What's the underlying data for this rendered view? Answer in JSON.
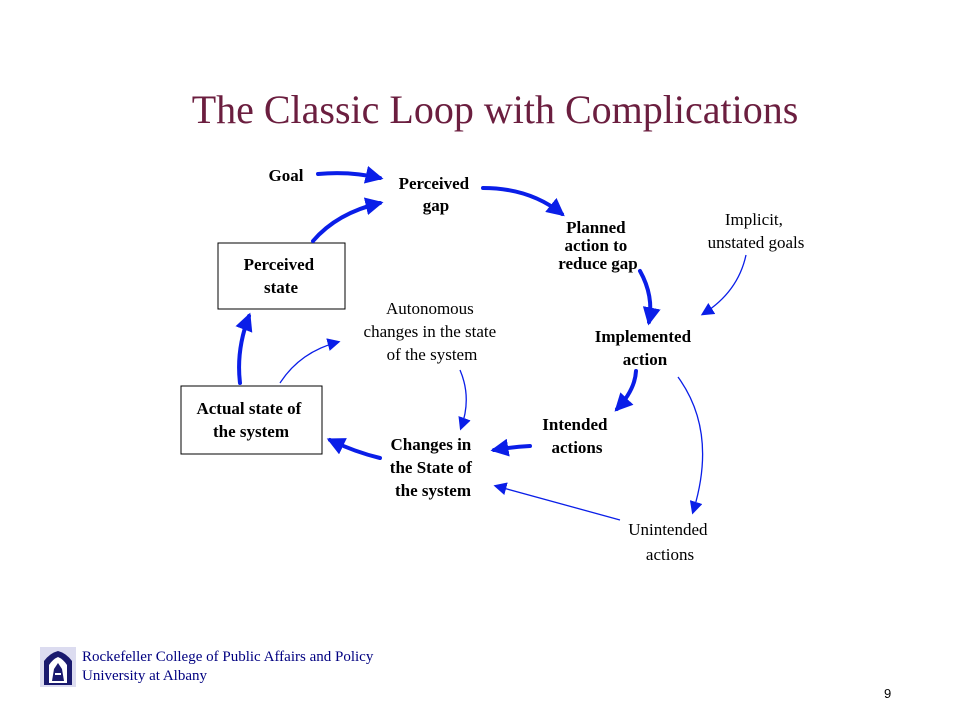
{
  "slide": {
    "title": "The Classic Loop with Complications",
    "page_number": "9"
  },
  "nodes": {
    "goal": "Goal",
    "perceived_gap": [
      "Perceived",
      "gap"
    ],
    "planned_action": [
      "Planned",
      "action to",
      "reduce gap"
    ],
    "implicit_goals": [
      "Implicit,",
      "unstated goals"
    ],
    "implemented_action": [
      "Implemented",
      "action"
    ],
    "perceived_state": [
      "Perceived",
      "state"
    ],
    "autonomous_changes": [
      "Autonomous",
      "changes in the state",
      "of the system"
    ],
    "actual_state": [
      "Actual state of",
      "the system"
    ],
    "intended_actions": [
      "Intended",
      "actions"
    ],
    "changes_in_state": [
      "Changes in",
      "the State of",
      "the system"
    ],
    "unintended_actions": [
      "Unintended",
      "actions"
    ]
  },
  "footer": {
    "line1": "Rockefeller College of Public Affairs and Policy",
    "line2": "University at Albany",
    "logo_icon": "university-seal-icon"
  },
  "colors": {
    "title": "#6b1e3f",
    "arrows": "#0a1ee8",
    "footer_text": "#000080"
  }
}
